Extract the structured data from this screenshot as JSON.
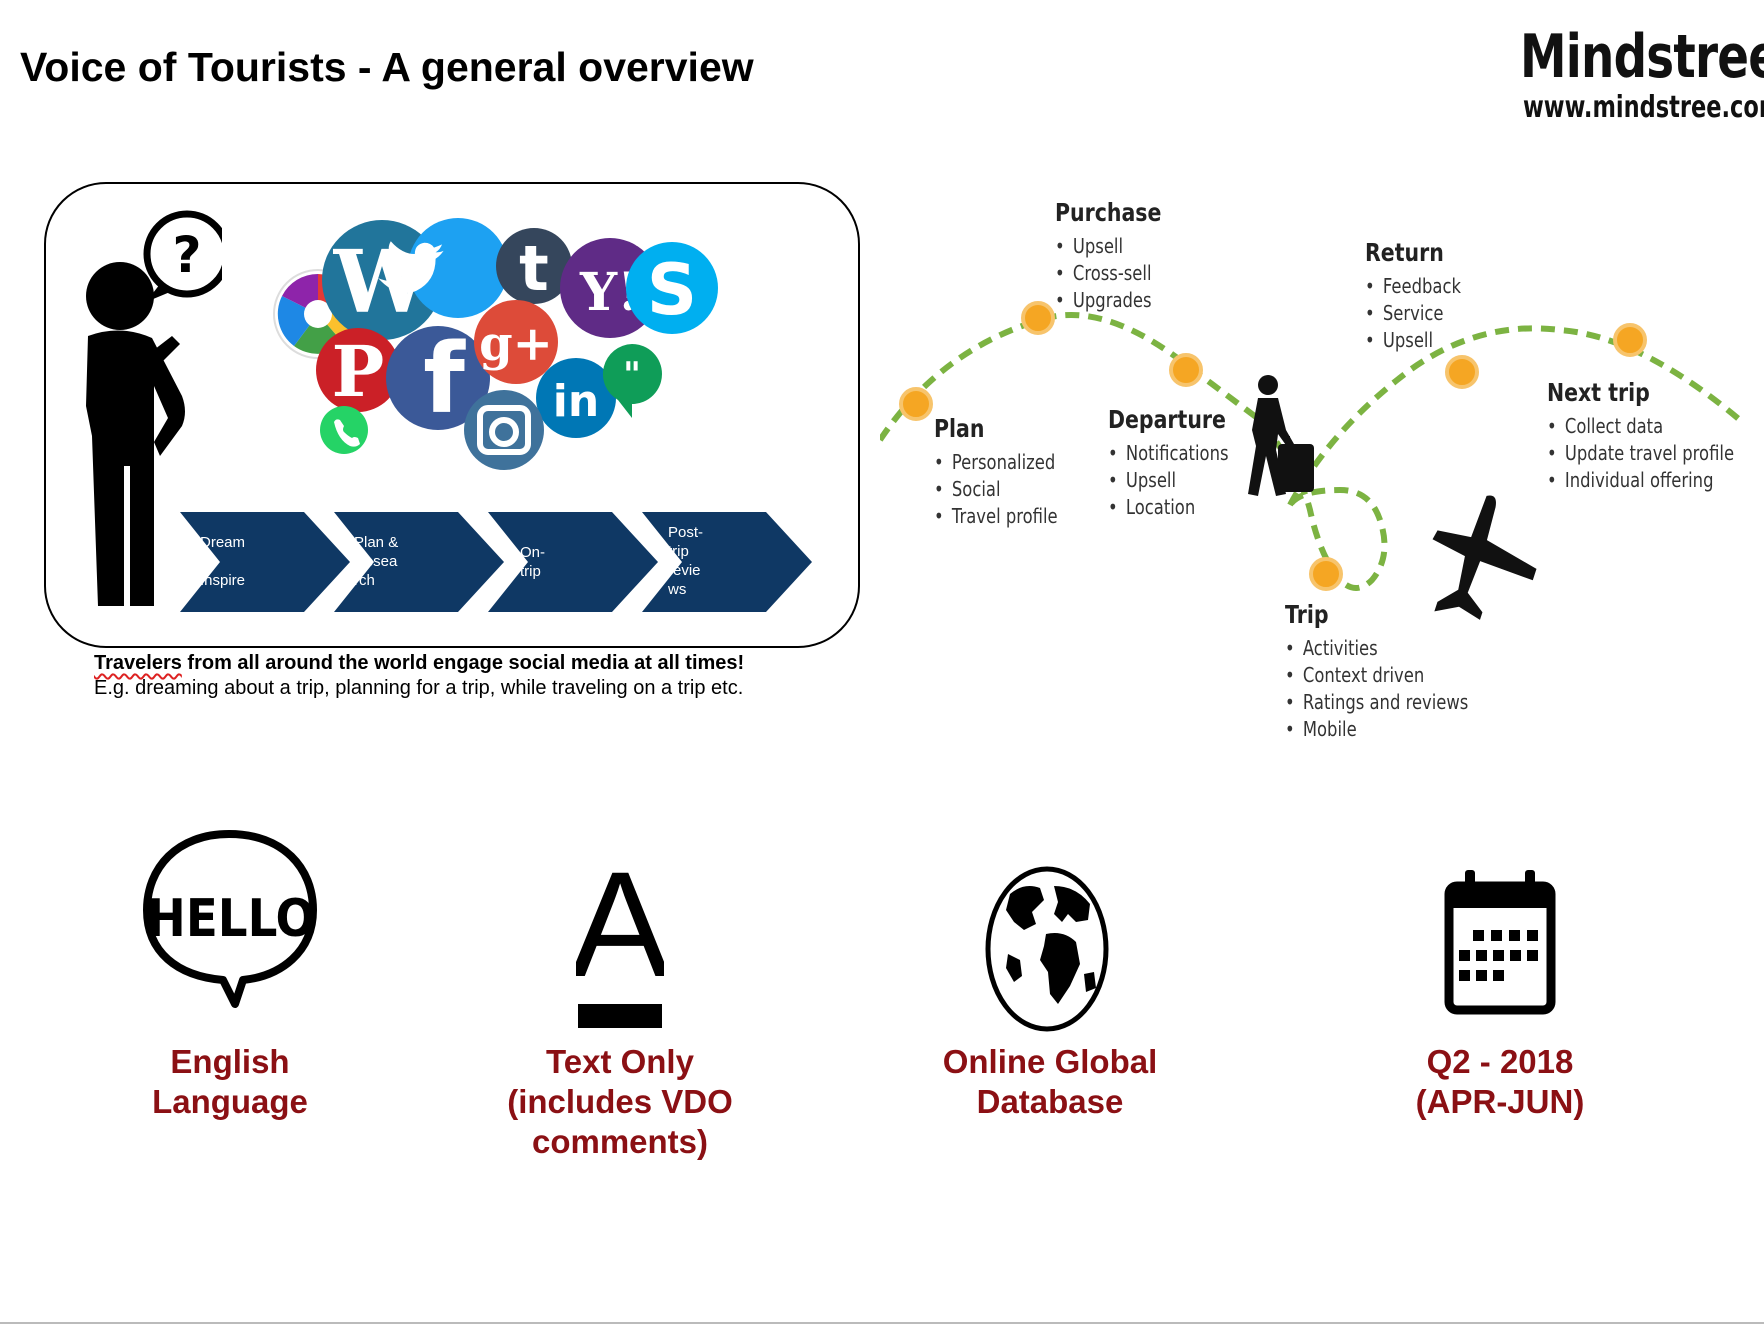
{
  "header": {
    "title": "Voice of Tourists - A general overview",
    "logo_name": "Mindstree",
    "logo_url": "www.mindstree.com"
  },
  "social_panel": {
    "icons": [
      "picasa-icon",
      "wordpress-icon",
      "twitter-icon",
      "tumblr-icon",
      "yahoo-icon",
      "skype-icon",
      "pinterest-icon",
      "facebook-icon",
      "google-plus-icon",
      "linkedin-icon",
      "hangouts-icon",
      "instagram-icon",
      "whatsapp-icon"
    ],
    "stages": [
      "Dream\n&\nInspire",
      "Plan &\nResea\nrch",
      "On-\ntrip",
      "Post-\ntrip\nrevie\nws"
    ],
    "chevron_color": "#0f3864"
  },
  "caption": {
    "emphasis_word": "Travelers",
    "rest": " from all around the world engage social media at all times!",
    "line2": "E.g. dreaming about a trip, planning for a trip, while traveling on a trip etc."
  },
  "journey": {
    "line_color": "#7cb342",
    "dot_color": "#f5a623",
    "stages": [
      {
        "title": "Plan",
        "items": [
          "Personalized",
          "Social",
          "Travel profile"
        ]
      },
      {
        "title": "Purchase",
        "items": [
          "Upsell",
          "Cross-sell",
          "Upgrades"
        ]
      },
      {
        "title": "Departure",
        "items": [
          "Notifications",
          "Upsell",
          "Location"
        ]
      },
      {
        "title": "Trip",
        "items": [
          "Activities",
          "Context driven",
          "Ratings and reviews",
          "Mobile"
        ]
      },
      {
        "title": "Return",
        "items": [
          "Feedback",
          "Service",
          "Upsell"
        ]
      },
      {
        "title": "Next trip",
        "items": [
          "Collect data",
          "Update travel profile",
          "Individual offering"
        ]
      }
    ]
  },
  "features": {
    "accent_color": "#8b1014",
    "items": [
      {
        "icon": "hello-speech-bubble-icon",
        "icon_text": "HELLO",
        "label": "English\nLanguage"
      },
      {
        "icon": "letter-a-text-icon",
        "icon_text": "A",
        "label": "Text Only\n(includes VDO\ncomments)"
      },
      {
        "icon": "globe-icon",
        "label": "Online Global\nDatabase"
      },
      {
        "icon": "calendar-icon",
        "label": "Q2 - 2018\n(APR-JUN)"
      }
    ]
  }
}
